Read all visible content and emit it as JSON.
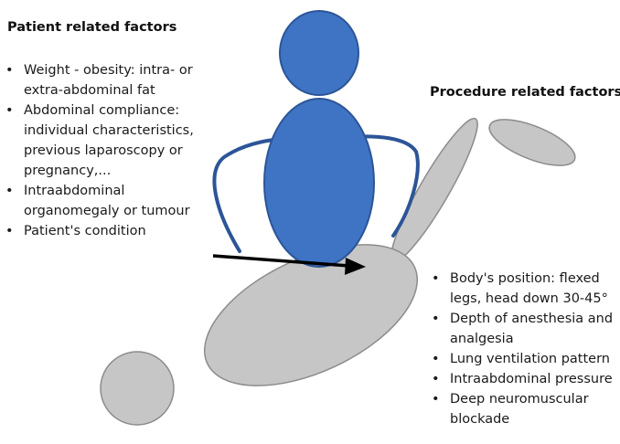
{
  "patient": {
    "heading": "Patient related factors",
    "items": [
      "Weight - obesity: intra- or\nextra-abdominal fat",
      "Abdominal compliance:\nindividual characteristics,\nprevious laparoscopy or\npregnancy,...",
      "Intraabdominal\norganomegaly or tumour",
      "Patient's condition"
    ]
  },
  "procedure": {
    "heading": "Procedure related factors",
    "items": [
      "Body's position: flexed\nlegs, head down 30-45°",
      "Depth of anesthesia and\nanalgesia",
      "Lung ventilation pattern",
      "Intraabdominal pressure",
      "Deep neuromuscular\nblockade"
    ]
  },
  "colors": {
    "person_fill": "#3f74c4",
    "person_stroke": "#2c5597",
    "body_fill": "#c6c6c6",
    "body_stroke": "#8c8c8c",
    "arrow": "#000000"
  }
}
